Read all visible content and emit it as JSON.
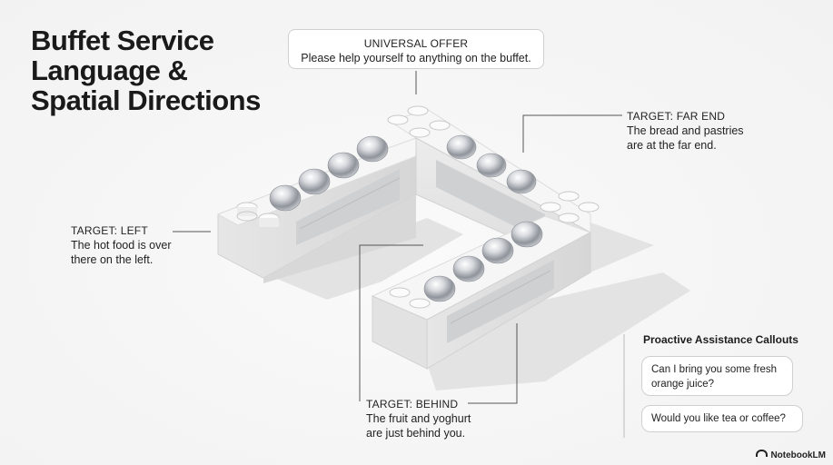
{
  "title": {
    "line1": "Buffet Service",
    "line2": "Language &",
    "line3": "Spatial Directions"
  },
  "universal_offer": {
    "heading": "UNIVERSAL OFFER",
    "text": "Please help yourself to anything on the buffet."
  },
  "targets": {
    "far_end": {
      "heading": "TARGET: FAR END",
      "line1": "The bread and pastries",
      "line2": "are at the far end."
    },
    "left": {
      "heading": "TARGET: LEFT",
      "line1": "The hot food is over",
      "line2": "there on the left."
    },
    "behind": {
      "heading": "TARGET: BEHIND",
      "line1": "The fruit and yoghurt",
      "line2": "are just behind you."
    }
  },
  "assistance": {
    "title": "Proactive Assistance Callouts",
    "bubble1_line1": "Can I bring you some fresh",
    "bubble1_line2": "orange juice?",
    "bubble2": "Would you like tea or coffee?"
  },
  "brand": "NotebookLM",
  "colors": {
    "marble": "#f3f3f3",
    "line": "#555555",
    "dome": "#c9ccd1"
  }
}
